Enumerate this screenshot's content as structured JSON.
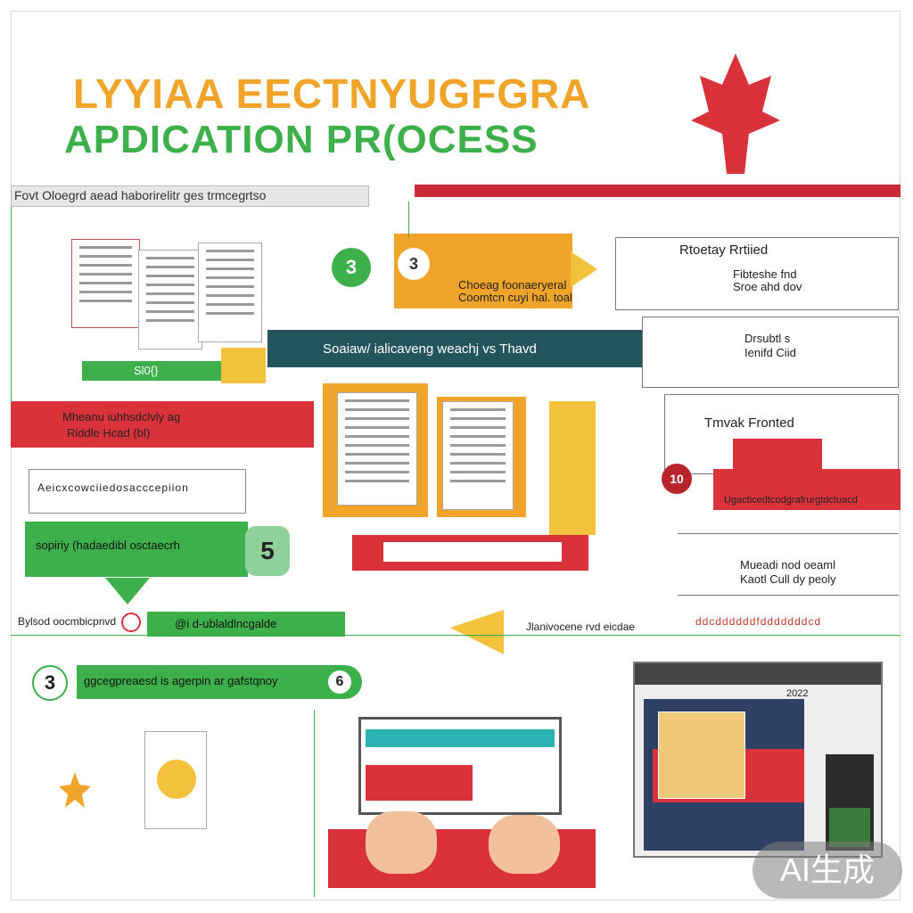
{
  "title": {
    "line1": "LYYIAA  EECTNYUGFGRA",
    "line2": "APDICATION PR(OCESS"
  },
  "sections": {
    "top_bar_label": "Fovt Oloegrd aead haborirelitr ges trmcegrtso",
    "step3_badge": "3",
    "orange_card_badge": "3",
    "orange_card_text_1": "Choeag foonaeryeral",
    "orange_card_text_2": "Coomtcn cuyi hal. toal",
    "teal_banner": "Soaiaw/ ialicaveng weachj vs Thavd",
    "green_bar_left": "Sl0{}",
    "red_band_left_1": "Mheanu  iuhhsdclvly ag",
    "red_band_left_2": "Riddle Hcad (bl)",
    "right_box1_title": "Rtoetay Rrtiied",
    "right_box1_line1": "Fibteshe fnd",
    "right_box1_line2": "Sroe ahd dov",
    "right_box2_line1": "Drsubtl s",
    "right_box2_line2": "Ienifd Ciid",
    "right_box3_title": "Tmvak Fronted",
    "right_badge": "10",
    "right_red_caption": "Ugacticedtcodgrafrurgtdctuacd",
    "mid_box_left_line": "Aeicxcowciiedosacccepiion",
    "green_box_text": "sopiriy (hadaedibl osctaecrh",
    "green_box_badge": "5",
    "right_box4_line1": "Mueadi nod oeaml",
    "right_box4_line2": "Kaotl Cull dy peoly",
    "strip_left_label": "Bylsod oocmbicpnvd",
    "strip_green_label": "@i d-ublaldlncgalde",
    "strip_yellow_label": "Jlanivocene rvd  eicdae",
    "strip_right_dots": "ddcddddddfdddddddcd",
    "step_bar_badge_left": "3",
    "step_bar_badge_right": "6",
    "step_bar_text": "ggcegpreaesd is agerpin ar gafstqnoy",
    "monitor_label": "2022",
    "ai_badge": "AI生成"
  },
  "colors": {
    "orange": "#f0a52a",
    "green": "#3db04b",
    "red": "#d9323a",
    "teal": "#24545c",
    "yellow": "#f3c23c"
  }
}
